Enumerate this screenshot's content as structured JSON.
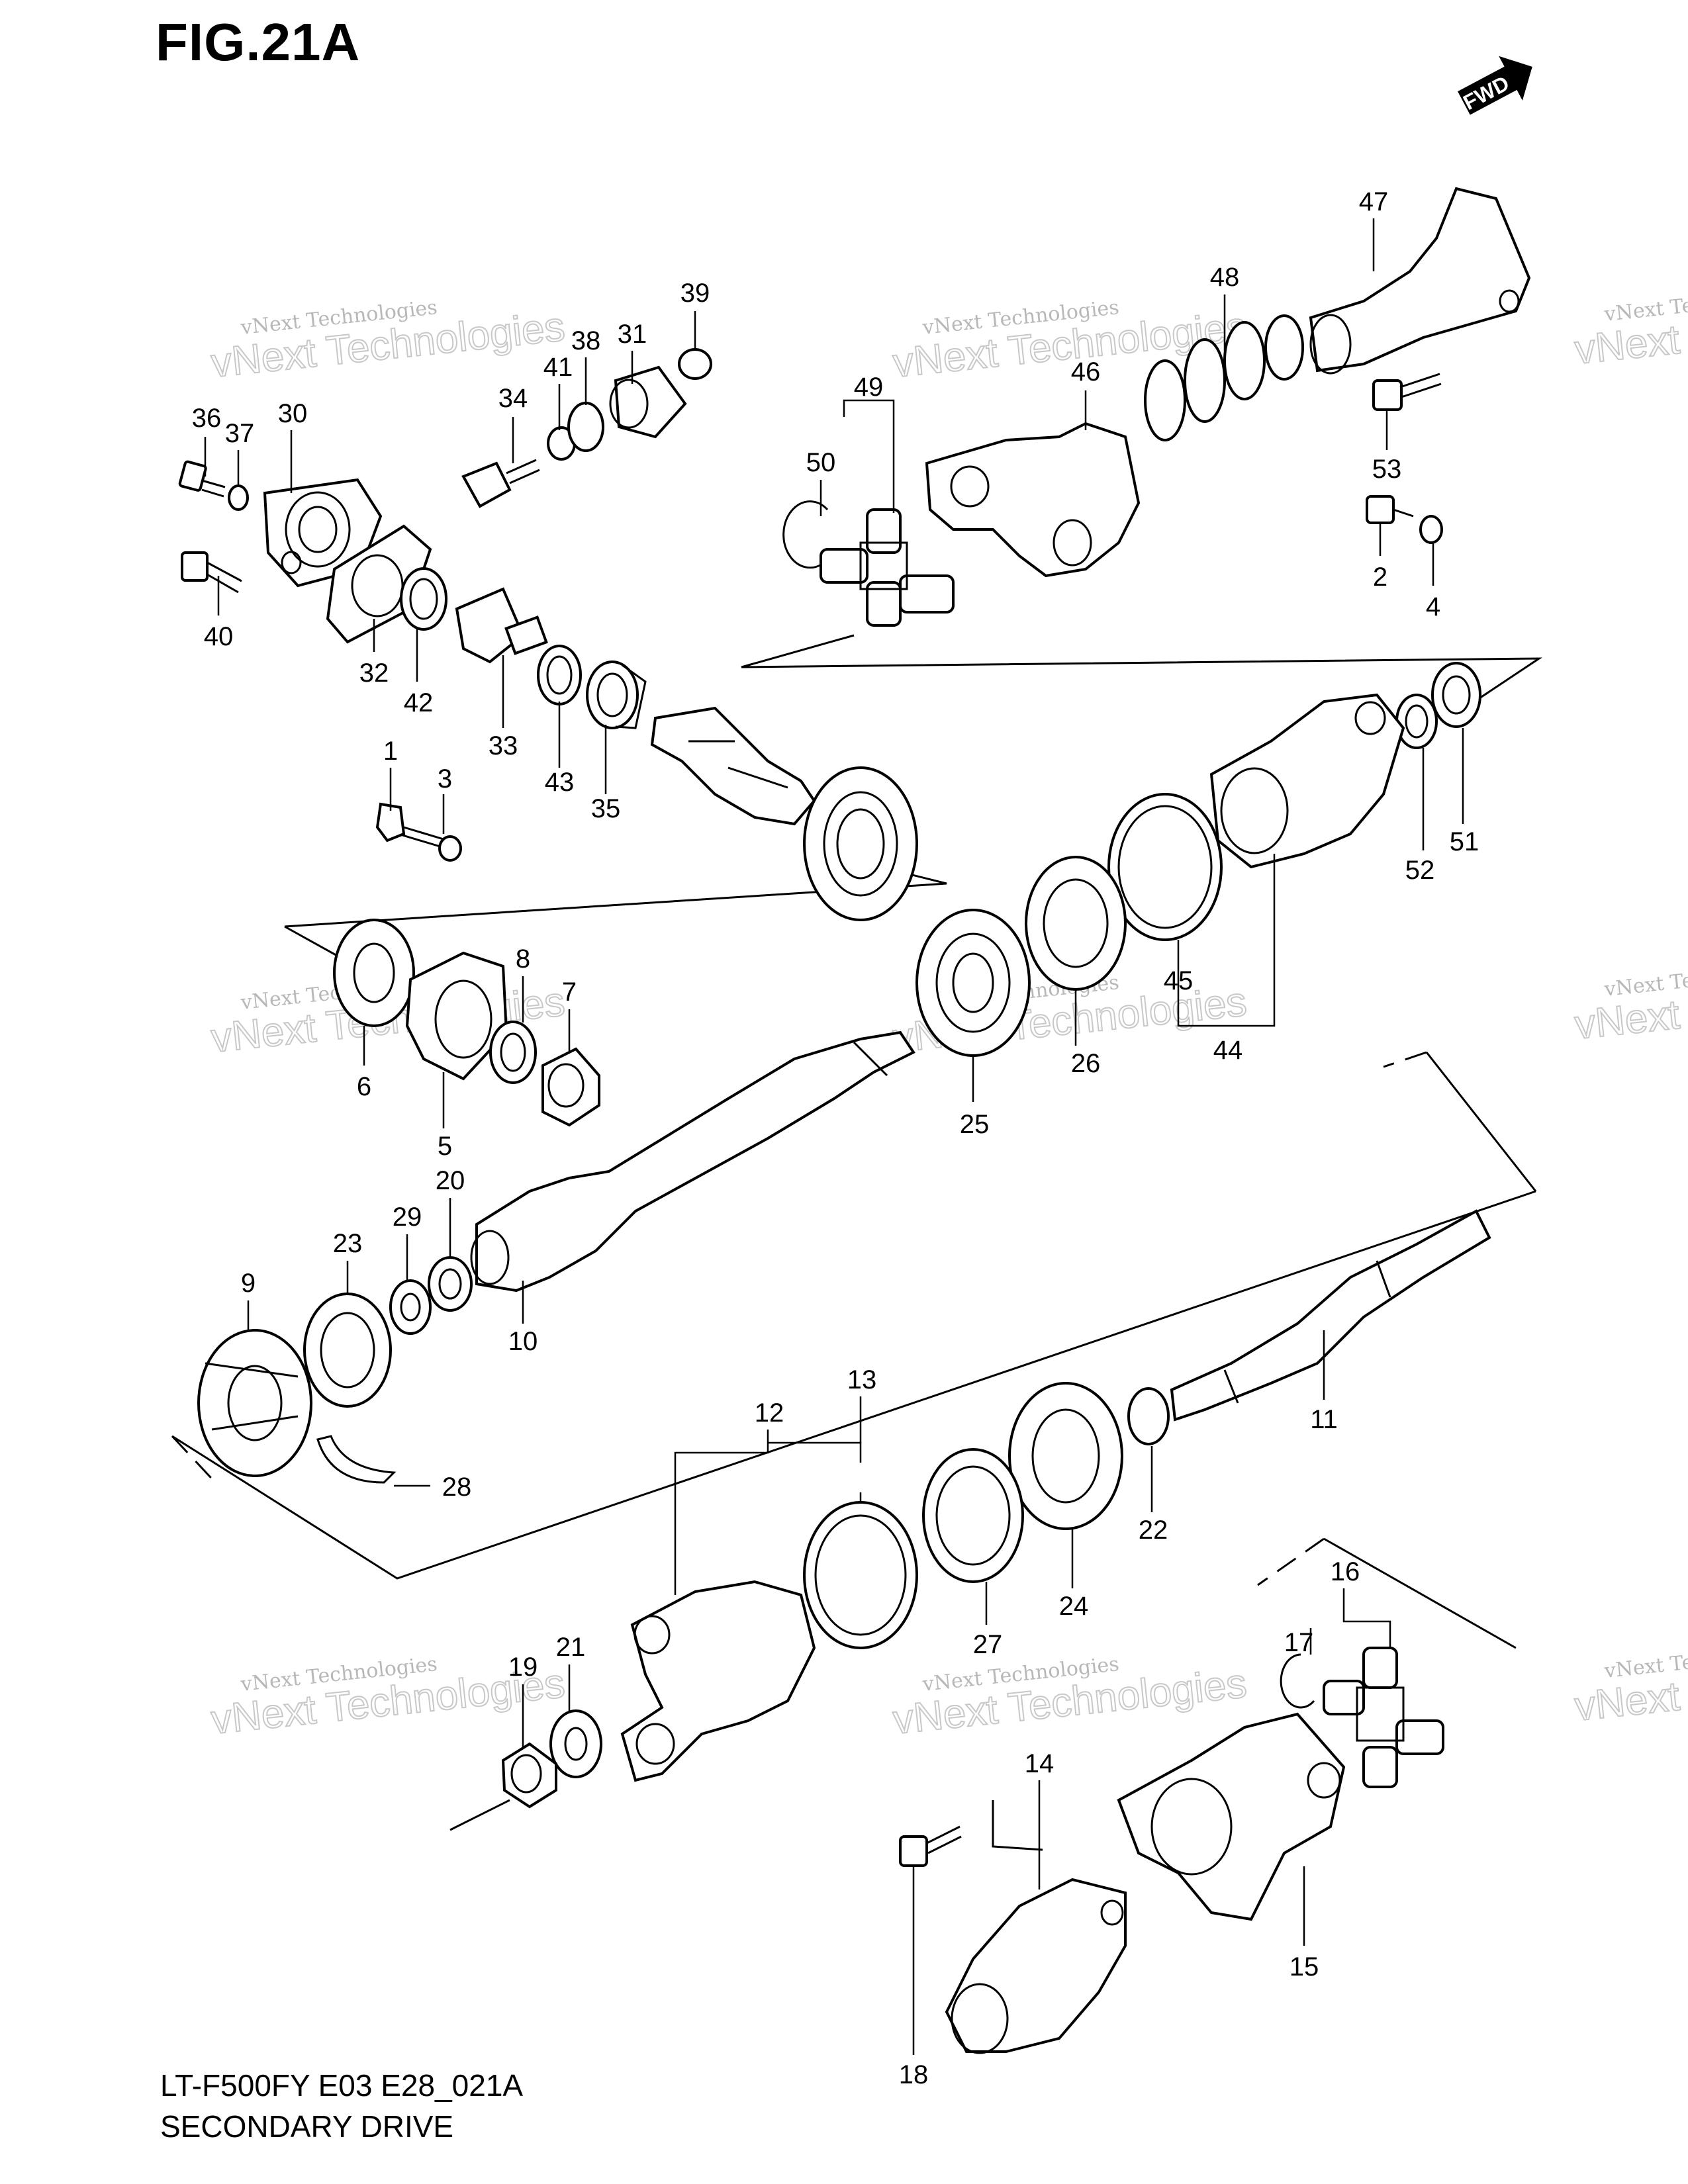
{
  "figure": {
    "title": "FIG.21A",
    "fwd_label": "FWD",
    "model_code": "LT-F500FY E03 E28_021A",
    "section_name": "SECONDARY DRIVE"
  },
  "watermark": {
    "line1": "vNext Technologies",
    "line2": "vNext Technologies"
  },
  "callouts": [
    "1",
    "2",
    "3",
    "4",
    "5",
    "6",
    "7",
    "8",
    "9",
    "10",
    "11",
    "12",
    "13",
    "14",
    "15",
    "16",
    "17",
    "18",
    "19",
    "20",
    "21",
    "22",
    "23",
    "24",
    "25",
    "26",
    "27",
    "28",
    "29",
    "30",
    "31",
    "32",
    "33",
    "34",
    "35",
    "36",
    "37",
    "38",
    "39",
    "40",
    "41",
    "42",
    "43",
    "44",
    "45",
    "46",
    "47",
    "48",
    "49",
    "50",
    "51",
    "52",
    "53"
  ]
}
